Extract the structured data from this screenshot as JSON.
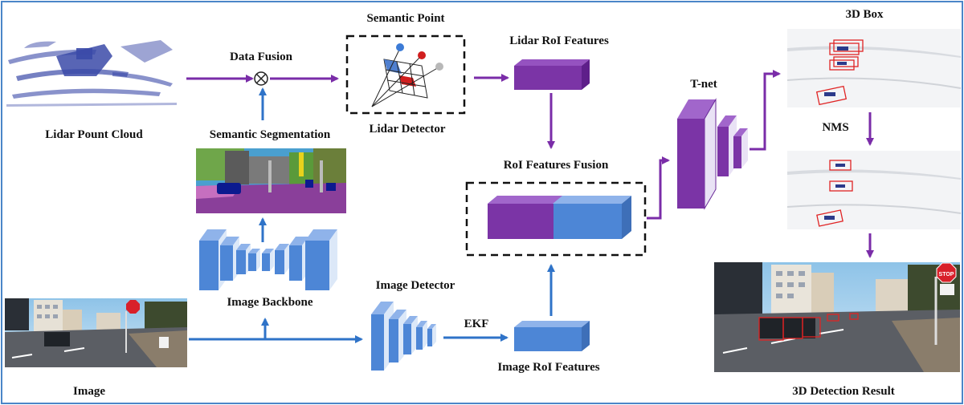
{
  "labels": {
    "lidar_cloud": "Lidar Pount Cloud",
    "data_fusion": "Data Fusion",
    "semantic_point": "Semantic Point",
    "lidar_detector": "Lidar Detector",
    "lidar_roi": "Lidar RoI Features",
    "roi_fusion": "RoI Features Fusion",
    "tnet": "T-net",
    "box3d": "3D Box",
    "nms": "NMS",
    "detection_result": "3D Detection Result",
    "semantic_seg": "Semantic Segmentation",
    "image_backbone": "Image Backbone",
    "image_detector": "Image Detector",
    "ekf": "EKF",
    "image_roi": "Image RoI Features",
    "image": "Image",
    "stop": "STOP"
  },
  "colors": {
    "purple": "#7a2ca8",
    "blue": "#2f73c8",
    "box_blue": "#5b8fd8",
    "box_purple": "#7b34a6",
    "border": "#4a86c8"
  }
}
